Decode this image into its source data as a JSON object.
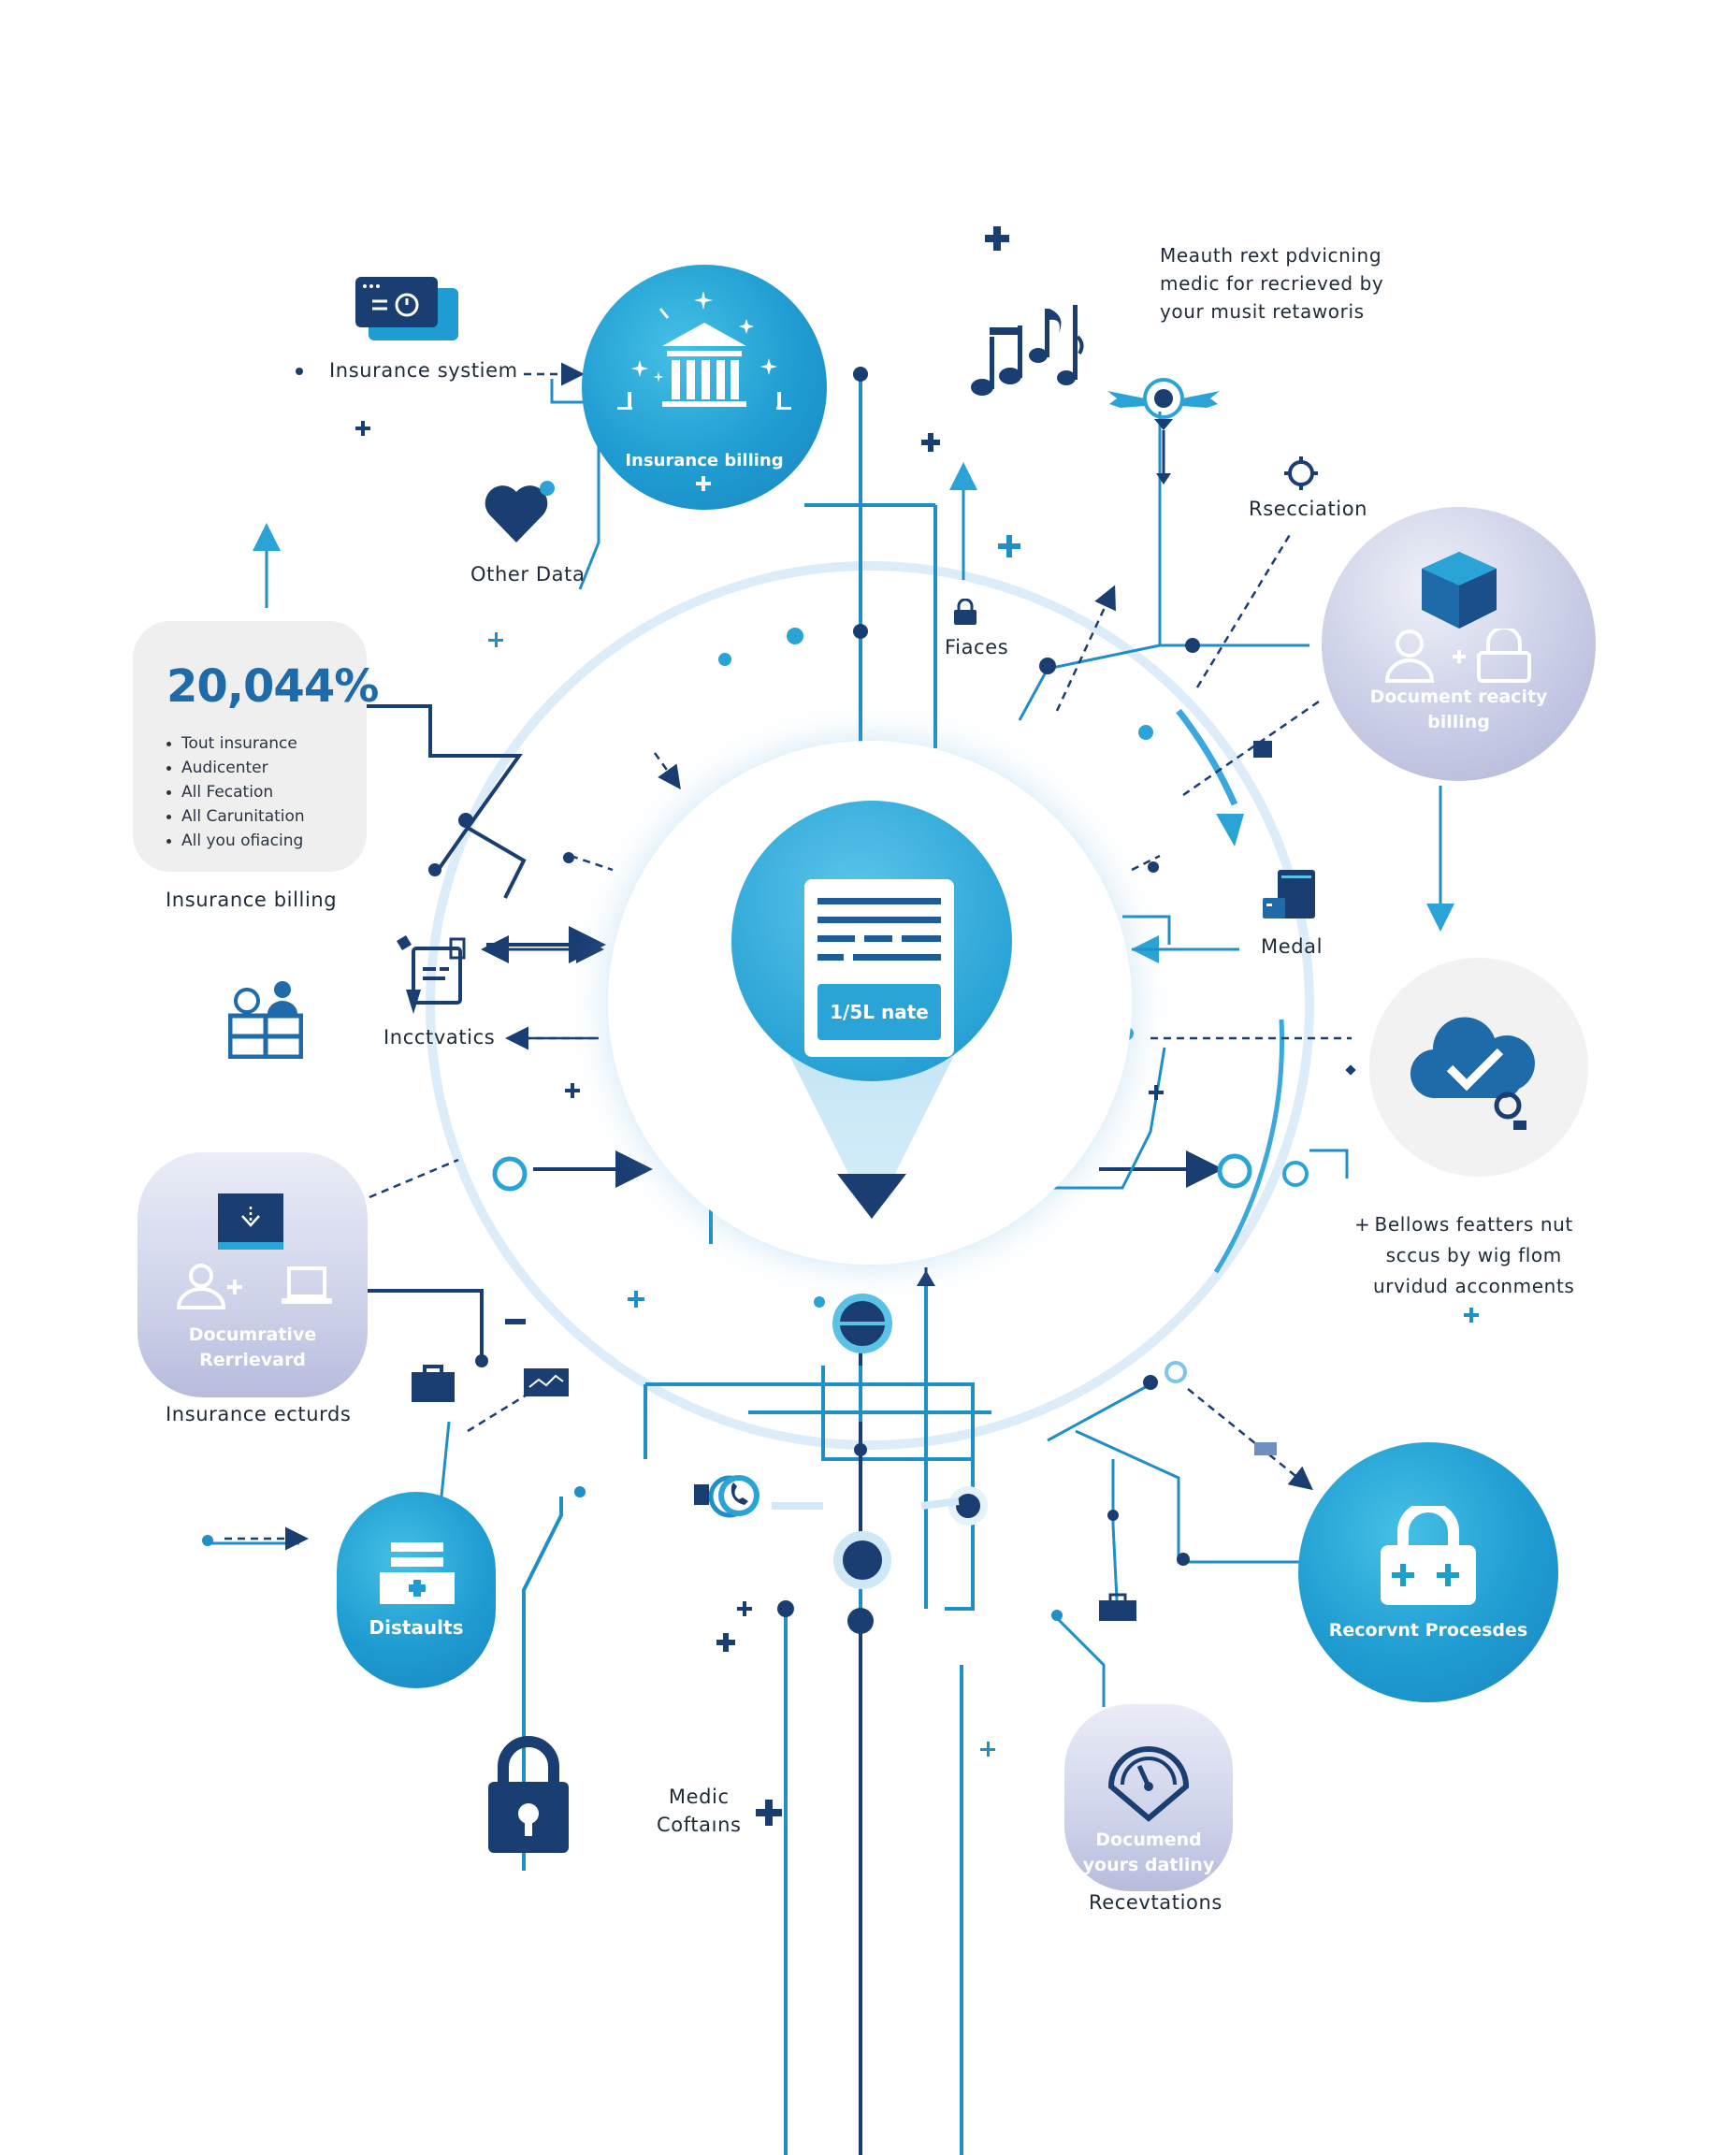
{
  "top_note": [
    "Meauth rext pdvicning",
    "medic for recrieved by",
    "your musit retaworis"
  ],
  "labels": {
    "insurance_system": "Insurance systiem",
    "insurance_billing_node": "Insurance billing",
    "other_data": "Other Data",
    "fiaces": "Fiaces",
    "rsecciation": "Rsecciation",
    "document_reacity": [
      "Document reacity",
      "billing"
    ],
    "insurance_billing_caption": "Insurance billing",
    "incctvatics": "Incctvatics",
    "medal": "Medal",
    "bellows": [
      "Bellows featters nut",
      "scсus by wig flom",
      "urvidud acconments"
    ],
    "documrative": [
      "Documrative",
      "Rerrievard"
    ],
    "insurance_ecturds": "Insurance ecturds",
    "distaults": "Distaults",
    "recorvnt": "Recorvnt Procesdes",
    "medic_coftains": [
      "Medic",
      "Coftaıns"
    ],
    "documend": [
      "Documend",
      "yours datliny"
    ],
    "recevtations": "Recevtations"
  },
  "stat_card": {
    "value": "20,044%",
    "items": [
      "Tout insurance",
      "Audicenter",
      "All Fecation",
      "All Carunitation",
      "All you ofiacing"
    ]
  },
  "center_doc": {
    "badge": "1/5L nate"
  },
  "colors": {
    "navy": "#1a3e72",
    "blue": "#1f9cd1",
    "light_blue": "#5bc2e6",
    "lavender": "#c9cde6",
    "pale": "#d2e9f7"
  }
}
